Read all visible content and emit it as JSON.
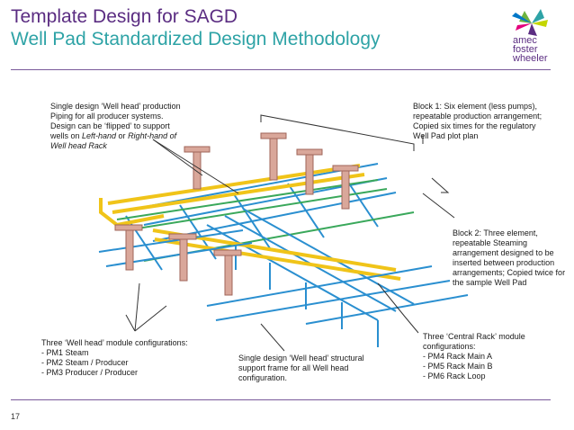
{
  "header": {
    "title_line1": "Template Design for SAGD",
    "title_line2": "Well Pad Standardized Design Methodology",
    "logo_line1": "amec",
    "logo_line2": "foster",
    "logo_line3": "wheeler"
  },
  "notes": {
    "wellhead_line1": "Single design ‘Well head’ production",
    "wellhead_line2": "Piping for all producer systems.",
    "wellhead_line3": "Design can be ‘flipped’ to support",
    "wellhead_line4_a": "wells on ",
    "wellhead_line4_b": "Left-hand",
    "wellhead_line4_c": " or ",
    "wellhead_line4_d": "Right-hand of",
    "wellhead_line5": "Well head Rack",
    "block1_line1": "Block 1: Six element (less pumps),",
    "block1_line2": "repeatable production arrangement;",
    "block1_line3": "Copied six times for the regulatory",
    "block1_line4": "Well Pad plot plan",
    "block2_line1": "Block 2: Three element,",
    "block2_line2": "repeatable Steaming",
    "block2_line3": "arrangement designed to be",
    "block2_line4": "inserted between production",
    "block2_line5": "arrangements; Copied twice for",
    "block2_line6": "the sample Well Pad",
    "modules_title_line1": "Three ‘Well head’ module configurations:",
    "modules_items": [
      "-   PM1 Steam",
      "-   PM2 Steam / Producer",
      "-   PM3 Producer / Producer"
    ],
    "frame_line1": "Single design ‘Well head’ structural",
    "frame_line2": "support frame for all Well head",
    "frame_line3": "configuration.",
    "rack_title_line1": "Three ‘Central Rack’ module",
    "rack_title_line2": "configurations:",
    "rack_items": [
      "-   PM4 Rack Main A",
      "-   PM5 Rack Main B",
      "-   PM6 Rack Loop"
    ]
  },
  "footer": {
    "page_number": "17"
  }
}
